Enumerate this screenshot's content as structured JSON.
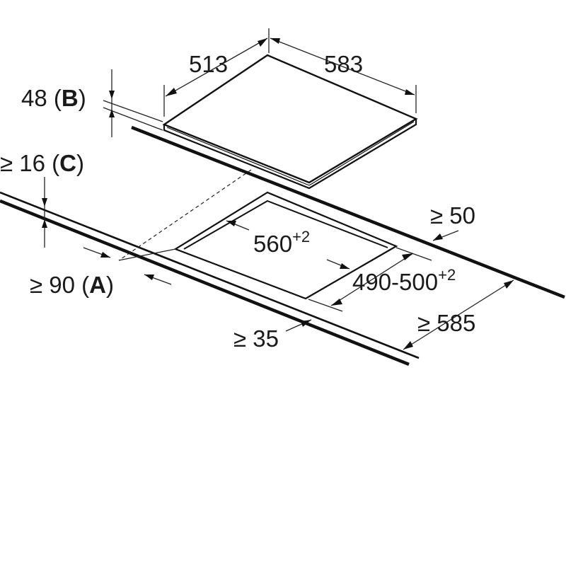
{
  "labels": {
    "hob_depth": "513",
    "hob_width": "583",
    "hob_height": "48",
    "hob_height_ref": "B",
    "worktop_thickness": "≥ 16",
    "worktop_thickness_ref": "C",
    "front_distance": "≥ 90",
    "front_distance_ref": "A",
    "cutout_width": "560",
    "cutout_width_tol": "+2",
    "cutout_depth": "490-500",
    "cutout_depth_tol": "+2",
    "rear_distance": "≥ 50",
    "worktop_depth": "≥ 585",
    "side_distance": "≥ 35"
  }
}
